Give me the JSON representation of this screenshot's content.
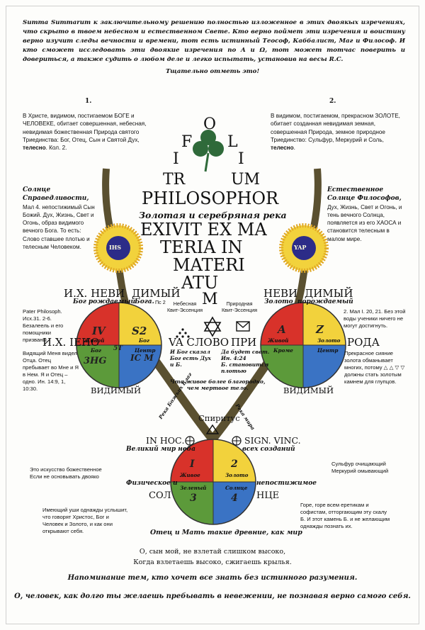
{
  "intro": "Summa Summarum к заключительному решению полностью изложенное в этих двоякых изречениях, что скрыто в твоем небесном и естественном Свете. Кто верно поймет эти изречения и воистину верно изучит следы вечности и времени, тот есть истинный Теософ, Каббалист, Маг и Философ. И кто сможет исследовать эти двоякие изречения по A и Ω, тот может тотчас поверить и довериться, а также судить о любом деле и легко испытать, установив на весы R.C.",
  "warning": "Тщательно отметь это!",
  "left": {
    "number": "1.",
    "text": "В Христе, видимом, постигаемом БОГЕ и ЧЕЛОВЕКЕ, обитает совершенная, небесная, невидимая божественная Природа святого Триединства: Бог, Отец, Сын и Святой Дух, ",
    "text_bold": "телесно",
    "text_end": ". Кол. 2.",
    "sun_title": "Солнце Справедливости,",
    "sun_ref": "Мал 4.",
    "sun_text": "непостижимый Сын Божий. Дух, Жизнь, Свет и Огонь, образ видимого вечного Бога. То есть: Слово ставшее плотью и телесным Человеком.",
    "pater": "Pater Philosoph. Исх.31. 2-6. Безалеель и его помощники призваны.",
    "vidish": "Видящий Меня видел Отца. Отец пребывает во Мне и Я в Нем. Я и Отец – одно. Ин. 14:9, 1, 10:30.",
    "art": "Это искусство божественное\nЕсли не основывать двояко",
    "ears": "Имеющий уши однажды услышит, что говорят Христос, Бог и Человек и Золото, и как они открывают себя."
  },
  "right": {
    "number": "2.",
    "text": "В видимом, постигаемом, прекрасном ЗОЛОТЕ, обитает созданная невидимая земная, совершенная Природа, земное природное Триединство: Сульфур, Меркурий и Соль, ",
    "text_bold": "телесно",
    "text_end": ".",
    "sun_title": "Естественное Солнце Философов,",
    "sun_text": "Дух, Жизнь, Свет и Огонь, и тень вечного Солнца, появляется из его ХАОСА и становится телесным в малом мире.",
    "mal": "2. Мал I. 20, 21. Без этой воды ученики ничего не могут достигнуть.",
    "beauty": "Прекрасное сияние золота обманывает многих, потому △ △ ▽ ▽ должны стать золотым камнем для глупцов.",
    "sulfur": "Сульфур очищающий\nМеркурий омывающий",
    "woe": "Горе, горе всем еретикам и софистам, отторгающим эту скалу Б. И этот камень Б. и не желающим однажды познать их."
  },
  "center": {
    "letters": [
      "O",
      "F",
      "L",
      "I",
      "I",
      "TR",
      "UM",
      "PHILOSOPHOR",
      "EXIVIT EX MA",
      "TERIA IN",
      "MATERI",
      "ATU",
      "M"
    ],
    "river": "Золотая и серебряная река",
    "sun_left": "IHS",
    "sun_right": "YAP",
    "nevi_left": "И.Х. НЕВИ",
    "dimy_left": "ДИМЫЙ",
    "nevi_right": "НЕВИ",
    "dimy_right": "ДИМЫЙ",
    "god_born": "Бог рождаемый",
    "god_ps": "Бога.",
    "ps2": "Пс 2",
    "gold_label": "Золото",
    "born_right": "порождаемый",
    "heaven_q": "Небесная\nКвит-Эссенция",
    "natural_q": "Природная\nКвит-Эссенция",
    "ieno": "И.Х. IЕНО",
    "va": "VA СЛОВО",
    "pri": "ПРИ",
    "roda": "РОДА",
    "vidimy_left": "ВИДИМЫЙ",
    "vidimy_right": "ВИДИМЫЙ",
    "word_left": "И Бог сказал\nБог есть Дух\nи Б.",
    "word_right": "Да будет свет.\nИн. 4:24\nБ. становится\nплотью",
    "living": "Что живое более благородно,\nчем мертвое тело.",
    "spiritus": "Спиритус",
    "in_hoc": "IN НОС.",
    "sign_vinc": "SIGN. VINC.",
    "great_world": "Великий мир неба",
    "all_created": "всех созданий",
    "physical": "Физическое и",
    "sol": "СОЛ",
    "permanent": "непостижимое",
    "ntse": "НЦЕ",
    "father": "Отец и Мать такие древние, как мир",
    "ribbon_left": "Река Божьих Благ",
    "ribbon_right": "Река мира"
  },
  "wheels": {
    "left": {
      "q1": "IV",
      "q2": "S2",
      "q3": "3HG",
      "q4": "IC M",
      "center": "5T",
      "w1": "Живой",
      "w2": "Бог",
      "w3": "Бог",
      "w4": "Центр"
    },
    "right": {
      "q1": "A",
      "q2": "Z",
      "q3": "",
      "q4": "",
      "center": "",
      "w1": "Живой",
      "w2": "Золото",
      "w3": "Кроме",
      "w4": "Центр"
    },
    "bottom": {
      "q1": "I",
      "q2": "2",
      "q3": "3",
      "q4": "4",
      "center": "",
      "w1": "Живое",
      "w2": "Золото",
      "w3": "Зеленый",
      "w4": "Солнце"
    }
  },
  "footer": {
    "verse1": "О, сын мой, не взлетай слишком высоко,",
    "verse2": "Когда взлетаешь высоко, сжигаешь крылья.",
    "reminder": "Напоминание тем, кто хочет все знать без истинного разумения.",
    "question": "О, человек, как долго ты желаешь пребывать в невежении, не познавая верно самого себя."
  },
  "colors": {
    "red": "#d8322a",
    "yellow": "#f2d23c",
    "green": "#5c9a3a",
    "blue": "#3a73c4",
    "shamrock": "#2f6a3a",
    "stem": "#5a5030"
  }
}
